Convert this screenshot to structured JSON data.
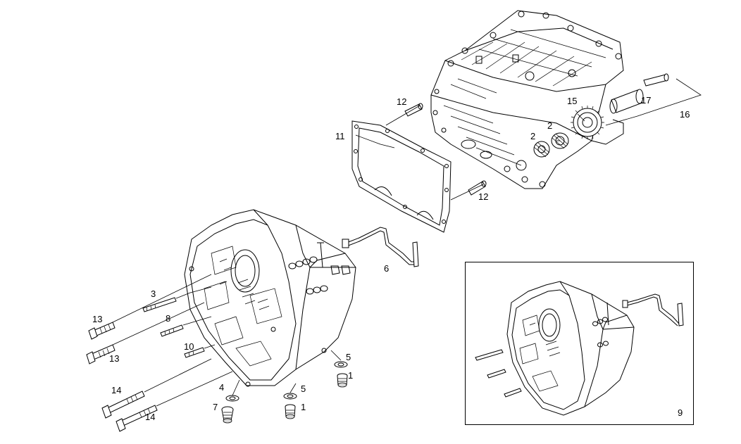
{
  "callouts": {
    "c1a": "1",
    "c1b": "1",
    "c2a": "2",
    "c2b": "2",
    "c3": "3",
    "c4": "4",
    "c5a": "5",
    "c5b": "5",
    "c6": "6",
    "c7": "7",
    "c8": "8",
    "c9": "9",
    "c10": "10",
    "c11": "11",
    "c12a": "12",
    "c12b": "12",
    "c13a": "13",
    "c13b": "13",
    "c14a": "14",
    "c14b": "14",
    "c15": "15",
    "c16": "16",
    "c17": "17"
  }
}
